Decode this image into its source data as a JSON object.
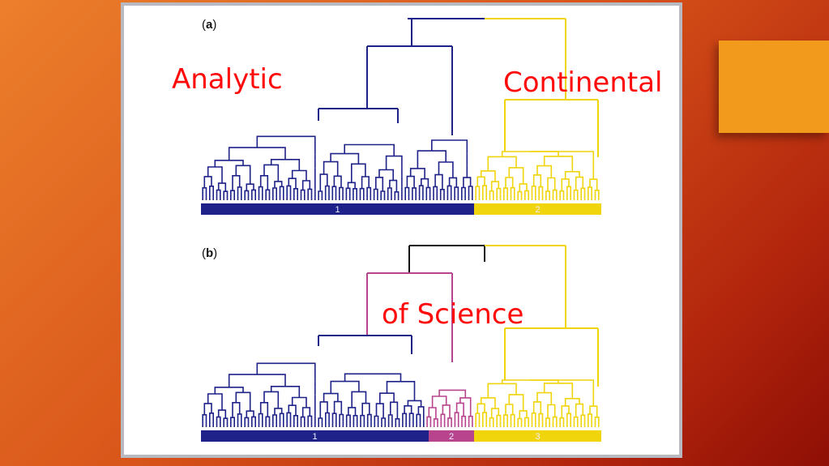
{
  "panel_a": {
    "label_open": "(",
    "label_letter": "a",
    "label_close": ")",
    "bar_labels": [
      "1",
      "2"
    ],
    "colors": {
      "cluster1": "#1f2289",
      "cluster2": "#f0d40c"
    }
  },
  "panel_b": {
    "label_open": "(",
    "label_letter": "b",
    "label_close": ")",
    "bar_labels": [
      "1",
      "2",
      "3"
    ],
    "colors": {
      "cluster1": "#1f2289",
      "cluster2": "#b8448d",
      "cluster3": "#f0d40c",
      "root": "#111111"
    }
  },
  "overlays": {
    "analytic": "Analytic",
    "continental": "Continental",
    "science": "of Science"
  }
}
